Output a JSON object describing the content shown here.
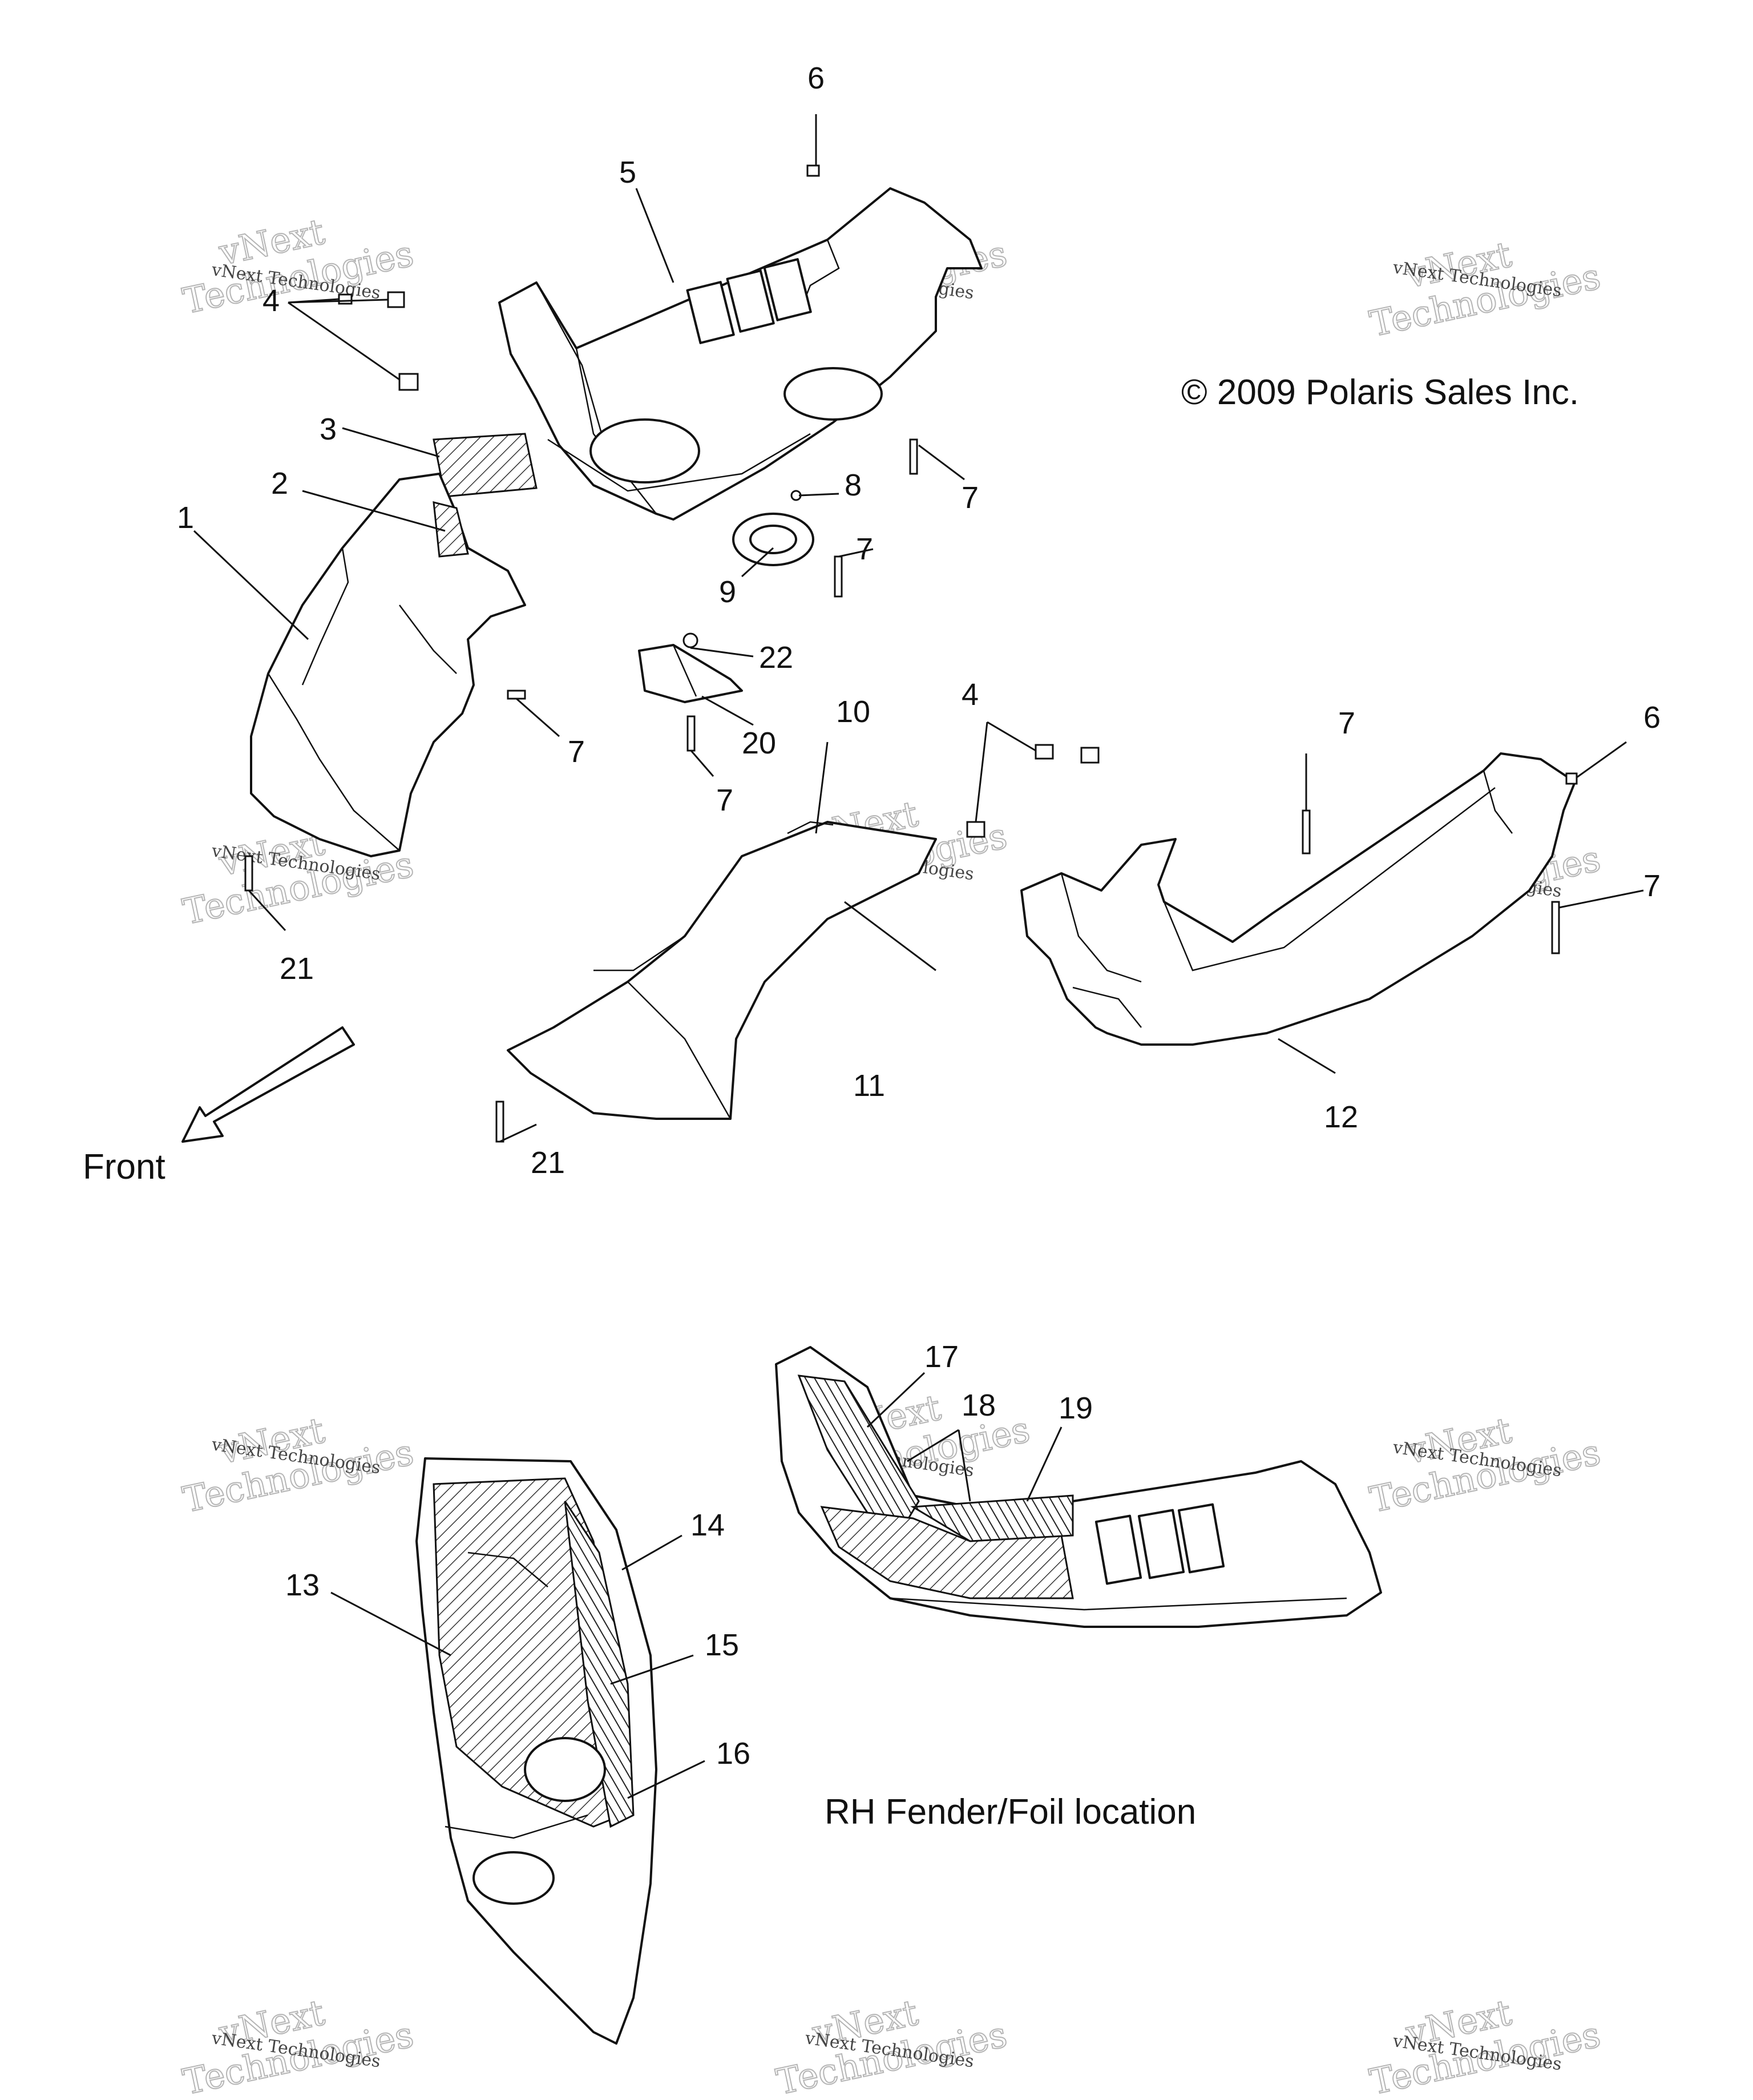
{
  "diagram": {
    "copyright": "© 2009 Polaris Sales Inc.",
    "front_label": "Front",
    "rh_caption": "RH Fender/Foil location",
    "watermark": {
      "line1": "vNext",
      "line2": "Technologies",
      "small": "vNext Technologies"
    },
    "callouts": {
      "c1": "1",
      "c2": "2",
      "c3": "3",
      "c4a": "4",
      "c4b": "4",
      "c5": "5",
      "c6a": "6",
      "c6b": "6",
      "c7a": "7",
      "c7b": "7",
      "c7c": "7",
      "c7d": "7",
      "c7e": "7",
      "c7f": "7",
      "c8": "8",
      "c9": "9",
      "c10": "10",
      "c11": "11",
      "c12": "12",
      "c13": "13",
      "c14": "14",
      "c15": "15",
      "c16": "16",
      "c17": "17",
      "c18": "18",
      "c19": "19",
      "c20": "20",
      "c21a": "21",
      "c21b": "21",
      "c22": "22"
    }
  }
}
